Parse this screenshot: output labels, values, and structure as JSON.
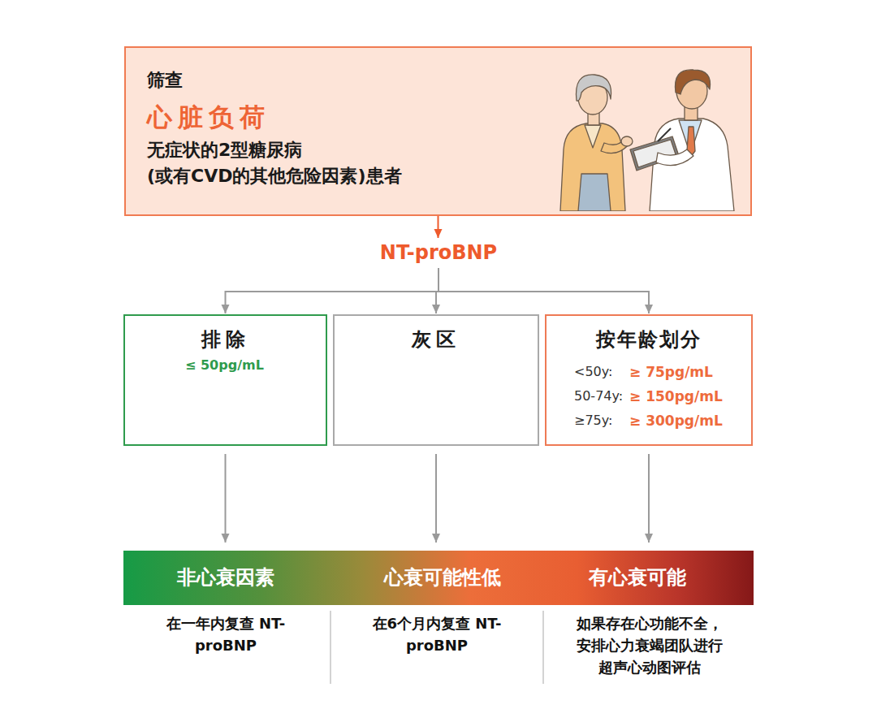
{
  "diagram": {
    "nodes": [
      {
        "text": [
          "筛查",
          "心脏负荷",
          "无症状的2型糖尿病 (或有CVD的其他危险因素)患者"
        ]
      },
      {
        "text": [
          "NT-proBNP"
        ]
      },
      {
        "text": [
          "排除",
          "≤ 50pg/mL"
        ]
      },
      {
        "text": [
          "灰区"
        ]
      },
      {
        "text": [
          "按年龄划分",
          "<50y:",
          "≥ 75pg/mL",
          "50-74y:",
          "≥ 150pg/mL",
          "≥75y:",
          "≥ 300pg/mL"
        ]
      },
      {
        "text": [
          "非心衰因素",
          "心衰可能性低",
          "有心衰可能"
        ]
      }
    ],
    "edges": [
      {
        "from": 0,
        "to": 1,
        "arrow": "to"
      },
      {
        "from": 1,
        "to": 2,
        "arrow": "to"
      },
      {
        "from": 1,
        "to": 3,
        "arrow": "to"
      },
      {
        "from": 1,
        "to": 4,
        "arrow": "to"
      },
      {
        "from": 2,
        "to": 5,
        "arrow": "to"
      },
      {
        "from": 3,
        "to": 5,
        "arrow": "to"
      },
      {
        "from": 4,
        "to": 5,
        "arrow": "to"
      }
    ],
    "labels": [
      "在一年内复查 NT-proBNP",
      "在6个月内复查 NT-proBNP",
      "如果存在心功能不全， 安排心力衰竭团队进行 超声心动图评估"
    ]
  }
}
